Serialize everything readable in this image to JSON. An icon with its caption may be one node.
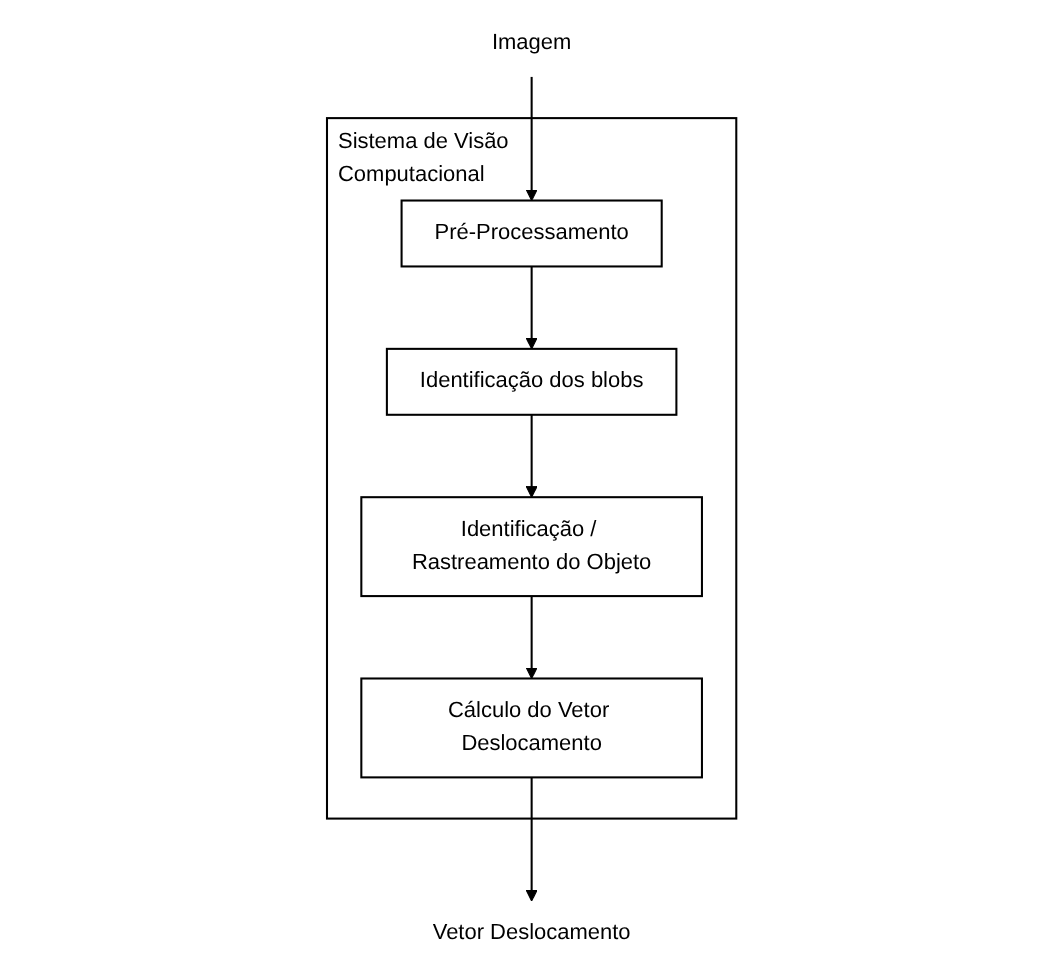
{
  "diagram": {
    "nodes": [
      {
        "text": [
          "Imagem"
        ]
      },
      {
        "text": [
          "Sistema de Visão Computacional"
        ]
      },
      {
        "text": [
          "Pré-Processamento"
        ],
        "in": 1
      },
      {
        "text": [
          "Identificação dos blobs"
        ],
        "in": 1
      },
      {
        "text": [
          "Identificação / Rastreamento do Objeto"
        ],
        "in": 1
      },
      {
        "text": [
          "Cálculo do Vetor Deslocamento"
        ],
        "in": 1
      },
      {
        "text": [
          "Vetor Deslocamento"
        ]
      }
    ],
    "edges": [
      {
        "from": 0,
        "to": 2,
        "arrow": "to"
      },
      {
        "from": 2,
        "to": 3,
        "arrow": "to"
      },
      {
        "from": 3,
        "to": 4,
        "arrow": "to"
      },
      {
        "from": 4,
        "to": 5,
        "arrow": "to"
      },
      {
        "from": 5,
        "to": 6,
        "arrow": "to"
      }
    ]
  }
}
